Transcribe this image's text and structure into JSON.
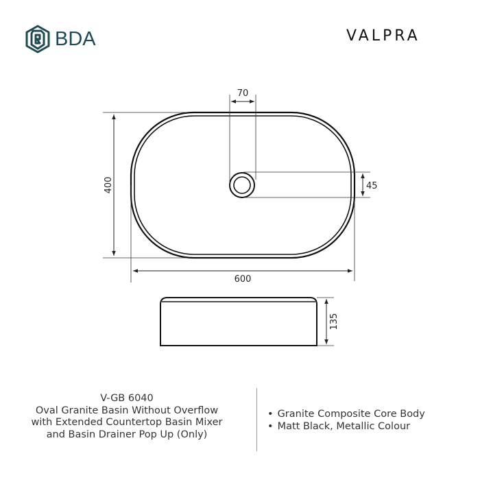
{
  "header": {
    "left_brand": "BDA",
    "left_brand_icon": "bda-hex-logo-icon",
    "right_brand": "VALPRA",
    "brand_color": "#1f4a52"
  },
  "drawing": {
    "top_view": {
      "width_label": "600",
      "depth_label": "400",
      "drain_offset_label": "70",
      "drain_diameter_label": "45"
    },
    "side_view": {
      "height_label": "135"
    },
    "units": "mm"
  },
  "footer": {
    "model": "V-GB 6040",
    "description_lines": [
      "Oval Granite Basin Without Overflow",
      "with Extended Countertop Basin Mixer",
      "and Basin Drainer Pop Up (Only)"
    ],
    "features": [
      "Granite Composite Core Body",
      "Matt Black, Metallic Colour"
    ]
  }
}
